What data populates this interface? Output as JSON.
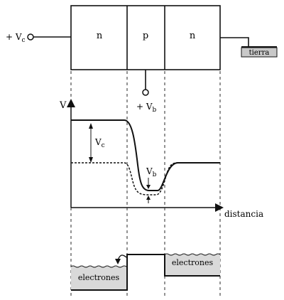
{
  "transistor": {
    "regions": [
      {
        "label": "n"
      },
      {
        "label": "p"
      },
      {
        "label": "n"
      }
    ],
    "collector_terminal": {
      "prefix": "+ V",
      "subscript": "c"
    },
    "base_terminal": {
      "prefix": "+ V",
      "subscript": "b"
    },
    "ground_label": "tierra"
  },
  "graph": {
    "axis_y_label": "V",
    "axis_x_label": "distancia",
    "vc_annotation": {
      "main": "V",
      "sub": "c"
    },
    "vb_annotation": {
      "main": "V",
      "sub": "b"
    }
  },
  "band": {
    "left_label": "electrones",
    "right_label": "electrones"
  },
  "colors": {
    "stroke": "#111111",
    "electron_fill": "#d9d9d9",
    "ground_fill": "#c8c8c8"
  }
}
